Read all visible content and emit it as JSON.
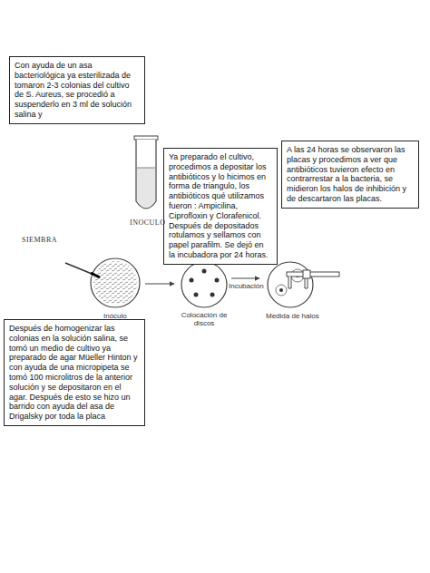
{
  "diagram": {
    "nodes": [
      {
        "text": [
          "Con ayuda de un asa bacteriológica ya esterilizada de tomaron 2-3 colonias del cultivo de S. Aureus, se procedió a suspenderlo en 3 ml de solución salina y"
        ]
      },
      {
        "text": [
          "Ya preparado el cultivo, procedimos a depositar los antibióticos y lo hicimos en forma de triangulo, los antibióticos qué utilizamos fueron : Ampicilina, Ciprofloxin y Clorafenicol. Después de depositados rotulamos y sellamos con papel parafilm. Se dejó en la incubadora por 24 horas."
        ]
      },
      {
        "text": [
          "A las 24 horas se observaron las placas y procedimos a ver que antibióticos tuvieron efecto en contrarrestar a la bacteria, se midieron los halos de inhibición y de descartaron las placas."
        ]
      },
      {
        "text": [
          "Después de homogenizar las colonias en la solución salina, se tomó un medio de cultivo ya preparado de agar Müeller Hinton y con ayuda de una micropipeta se tomó 100 microlitros de la anterior solución y se depositaron en el agar. Después de esto se hizo un barrido con ayuda del asa de Drigalsky por toda la placa"
        ]
      }
    ],
    "labels": [
      "INOCULO",
      "SIEMBRA",
      "Inóculo",
      "Colocación de discos",
      "Incubación",
      "Medida de halos"
    ]
  }
}
